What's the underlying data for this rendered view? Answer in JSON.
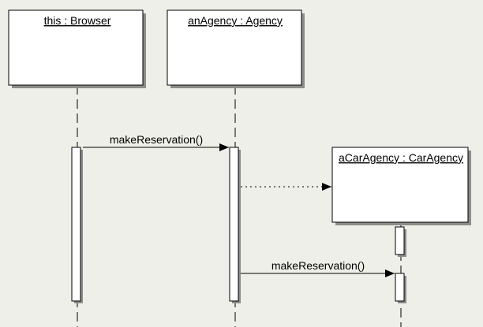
{
  "diagram": {
    "type": "uml-sequence",
    "lifelines": [
      {
        "id": "browser",
        "label": "this : Browser"
      },
      {
        "id": "agency",
        "label": "anAgency : Agency"
      },
      {
        "id": "caragency",
        "label": "aCarAgency : CarAgency"
      }
    ],
    "messages": [
      {
        "from": "browser",
        "to": "agency",
        "label": "makeReservation()",
        "style": "solid"
      },
      {
        "from": "agency",
        "to": "caragency",
        "label": "",
        "style": "dotted",
        "kind": "create"
      },
      {
        "from": "agency",
        "to": "caragency",
        "label": "makeReservation()",
        "style": "solid"
      }
    ]
  },
  "colors": {
    "background": "#efefe9",
    "box_fill": "#ffffff",
    "shadow": "#8c8c88",
    "line": "#000000"
  }
}
